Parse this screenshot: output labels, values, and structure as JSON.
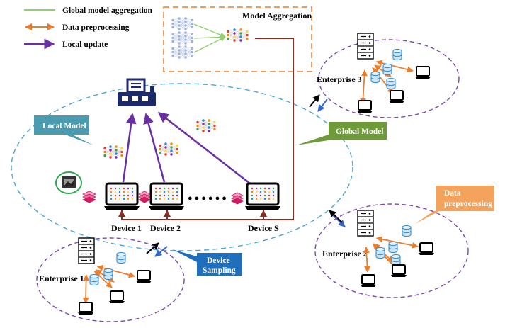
{
  "legend": [
    {
      "label": "Global model aggregation",
      "color": "#8fd16b"
    },
    {
      "label": "Data preprocessing",
      "color": "#ee7d2b"
    },
    {
      "label": "Local update",
      "color": "#6a2fa3"
    }
  ],
  "model_aggregation": {
    "title": "Model Aggregation"
  },
  "callouts": {
    "local_model": "Local Model",
    "global_model": "Global  Model",
    "data_preprocessing_line1": "Data",
    "data_preprocessing_line2": "preprocessing",
    "device_sampling_line1": "Device",
    "device_sampling_line2": "Sampling"
  },
  "devices": [
    "Device 1",
    "Device 2",
    "Device S"
  ],
  "device_ellipsis": "●●●●●●",
  "enterprises": {
    "e1": "Enterprise 1",
    "e2": "Enterprise 2",
    "e3": "Enterprise 3"
  },
  "colors": {
    "aggregation": "#8fd16b",
    "preprocessing": "#ee7d2b",
    "local_update": "#6a2fa3",
    "dashed_big": "#4aa7cf",
    "dashed_enterprise": "#7b4aa8",
    "server_link": "#8b2c20",
    "local_model_callout": "#4a9bb0",
    "global_model_callout": "#6f9a3a",
    "data_pre_callout": "#f3a35b",
    "device_sampling_callout": "#1f6fbd"
  }
}
